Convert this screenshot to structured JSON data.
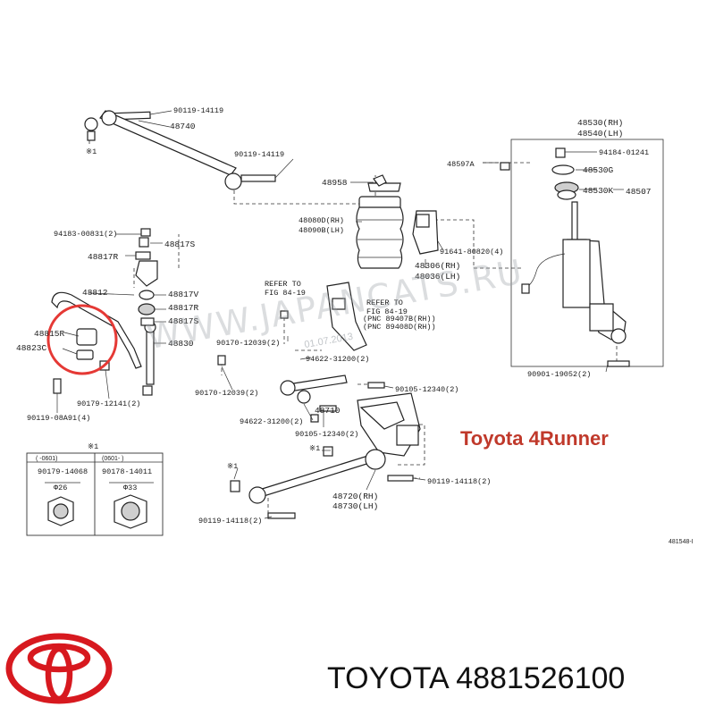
{
  "labels": {
    "p48740": "48740",
    "p90119_14119a": "90119-14119",
    "p90119_14119b": "90119-14119",
    "x1a": "※1",
    "p48958": "48958",
    "p48080": "48080D(RH)",
    "p48090": "48090B(LH)",
    "p94183": "94183-00831(2)",
    "p48817s1": "48817S",
    "p48817r1": "48817R",
    "p48812": "48812",
    "p48817v": "48817V",
    "p48817r2": "48817R",
    "p48817s2": "48817S",
    "p48815r": "48815R",
    "p48823c": "48823C",
    "p48830": "48830",
    "p90179": "90179-12141(2)",
    "p90119_08a91": "90119-08A91(4)",
    "refer1a": "REFER TO",
    "refer1b": "FIG 84-19",
    "refer2a": "REFER TO",
    "refer2b": "FIG 84-19",
    "pnc1": "(PNC 89407B(RH))",
    "pnc2": "(PNC 89408D(RH))",
    "p91641": "91641-80820(4)",
    "p48306": "48306(RH)",
    "p48036": "48036(LH)",
    "p90170a": "90170-12039(2)",
    "p90170b": "90170-12039(2)",
    "p94622a": "94622-31200(2)",
    "p94622b": "94622-31200(2)",
    "p48710": "48710",
    "p90105a": "90105-12340(2)",
    "p90105b": "90105-12340(2)",
    "x1b": "※1",
    "x1c": "※1",
    "p90119_14118a": "90119-14118(2)",
    "p90119_14118b": "90119-14118(2)",
    "p48720": "48720(RH)",
    "p48730": "48730(LH)",
    "p48530": "48530(RH)",
    "p48540": "48540(LH)",
    "p48597a": "48597A",
    "p94184": "94184-01241",
    "p48530g": "48530G",
    "p48530k": "48530K",
    "p48507": "48507",
    "p90901": "90901-19052(2)",
    "fig_code": "481548-I",
    "inset_mark": "※1",
    "inset_c1_range": "(      -0601)",
    "inset_c2_range": "(0601-      )",
    "inset_c1_part": "90179-14068",
    "inset_c2_part": "90178-14011",
    "inset_c1_dia": "Φ26",
    "inset_c2_dia": "Φ33"
  },
  "watermark": "WWW.JAPANCATS.RU",
  "watermark_date": "01.07.2013",
  "model": "Toyota 4Runner",
  "brand_line": "TOYOTA 4881526100",
  "colors": {
    "model_text": "#c0392b",
    "highlight_circle": "#e53935",
    "logo_red": "#d7191f"
  },
  "icons": [
    "toyota-logo-icon"
  ]
}
